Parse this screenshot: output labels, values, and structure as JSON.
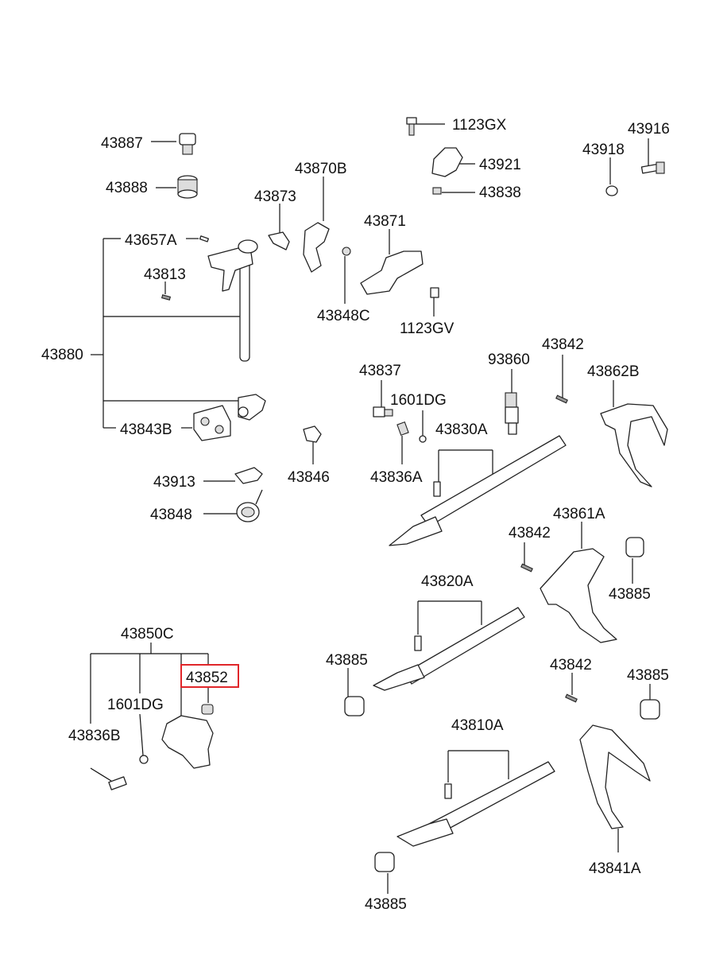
{
  "labels": {
    "p43887": "43887",
    "p43888": "43888",
    "p43870B": "43870B",
    "p43873": "43873",
    "p43657A": "43657A",
    "p43813": "43813",
    "p43880": "43880",
    "p43843B": "43843B",
    "p43913": "43913",
    "p43848": "43848",
    "p43846": "43846",
    "p1123GX": "1123GX",
    "p43921": "43921",
    "p43838": "43838",
    "p43871": "43871",
    "p43848C": "43848C",
    "p1123GV": "1123GV",
    "p43916": "43916",
    "p43918": "43918",
    "p43837": "43837",
    "p1601DG_top": "1601DG",
    "p43836A": "43836A",
    "p43830A": "43830A",
    "p93860": "93860",
    "p43842_a": "43842",
    "p43862B": "43862B",
    "p43842_b": "43842",
    "p43861A": "43861A",
    "p43885_a": "43885",
    "p43820A": "43820A",
    "p43885_b": "43885",
    "p43842_c": "43842",
    "p43885_c": "43885",
    "p43850C": "43850C",
    "p43852": "43852",
    "p1601DG_bot": "1601DG",
    "p43836B": "43836B",
    "p43810A": "43810A",
    "p43841A": "43841A",
    "p43885_d": "43885"
  },
  "highlight": {
    "part": "43852",
    "color": "#e0262a"
  }
}
